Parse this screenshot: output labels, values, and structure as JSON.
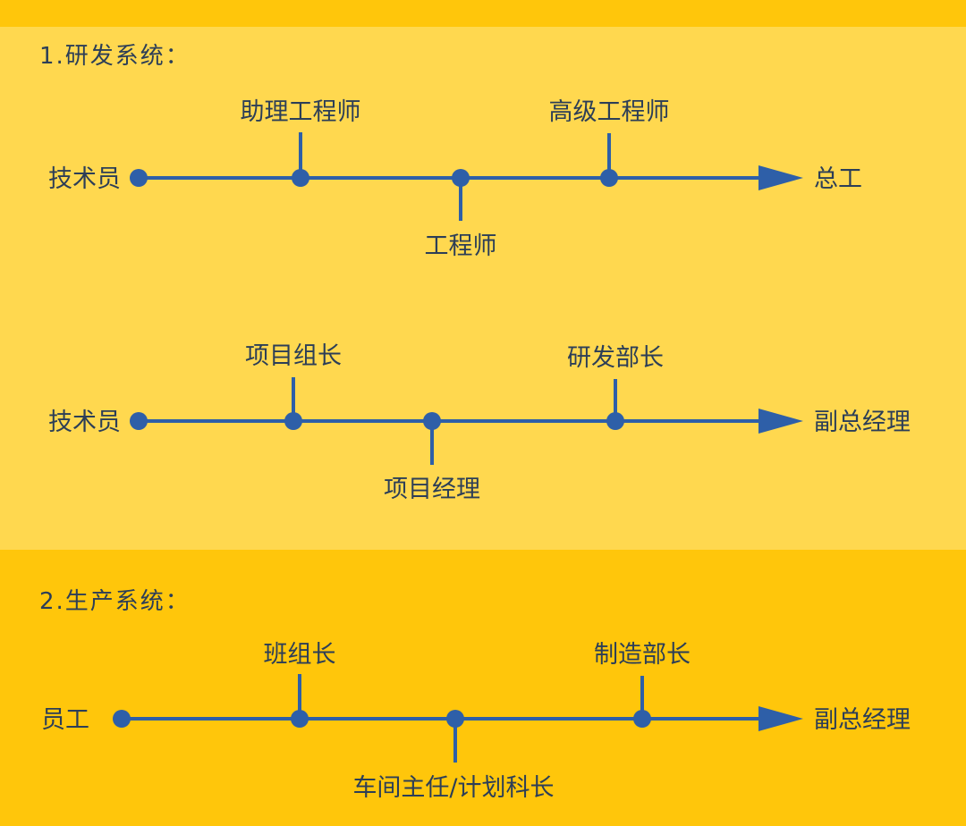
{
  "sections": [
    {
      "title": "1.研发系统：",
      "tracks": [
        {
          "start": "技术员",
          "end": "总工",
          "stops": [
            {
              "label": "助理工程师",
              "side": "above"
            },
            {
              "label": "工程师",
              "side": "below"
            },
            {
              "label": "高级工程师",
              "side": "above"
            }
          ]
        },
        {
          "start": "技术员",
          "end": "副总经理",
          "stops": [
            {
              "label": "项目组长",
              "side": "above"
            },
            {
              "label": "项目经理",
              "side": "below"
            },
            {
              "label": "研发部长",
              "side": "above"
            }
          ]
        }
      ]
    },
    {
      "title": "2.生产系统：",
      "tracks": [
        {
          "start": "员工",
          "end": "副总经理",
          "stops": [
            {
              "label": "班组长",
              "side": "above"
            },
            {
              "label": "车间主任/计划科长",
              "side": "below"
            },
            {
              "label": "制造部长",
              "side": "above"
            }
          ]
        }
      ]
    }
  ],
  "colors": {
    "line": "#2E5FA8",
    "text": "#2C3E57",
    "panel_light": "#FFD84F",
    "panel_dark": "#FFC60B"
  }
}
